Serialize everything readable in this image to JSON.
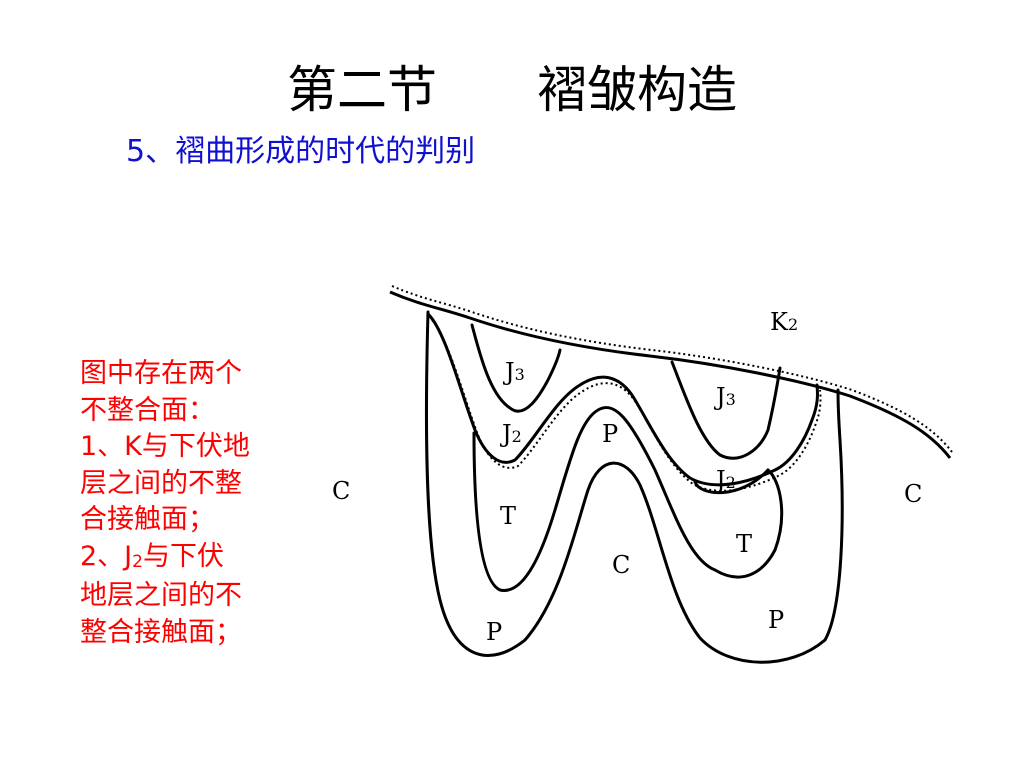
{
  "slide": {
    "title_left": "第二节",
    "title_right": "褶皱构造",
    "subtitle": "5、褶曲形成的时代的判别"
  },
  "note": {
    "line1": "图中存在两个",
    "line2": "不整合面：",
    "line3": "1、K与下伏地",
    "line4": "层之间的不整",
    "line5": "合接触面；",
    "line6_pre": "2、J",
    "line6_sub": "2",
    "line6_post": "与下伏",
    "line7": "地层之间的不",
    "line8": "整合接触面；"
  },
  "diagram": {
    "labels": {
      "k_main": "K",
      "k_sub": "2",
      "j3_main": "J",
      "j3_sub": "3",
      "j2_main": "J",
      "j2_sub": "2",
      "p": "P",
      "t": "T",
      "c": "C"
    }
  },
  "colors": {
    "title": "#000000",
    "subtitle": "#1010d0",
    "note": "#ff0000"
  }
}
